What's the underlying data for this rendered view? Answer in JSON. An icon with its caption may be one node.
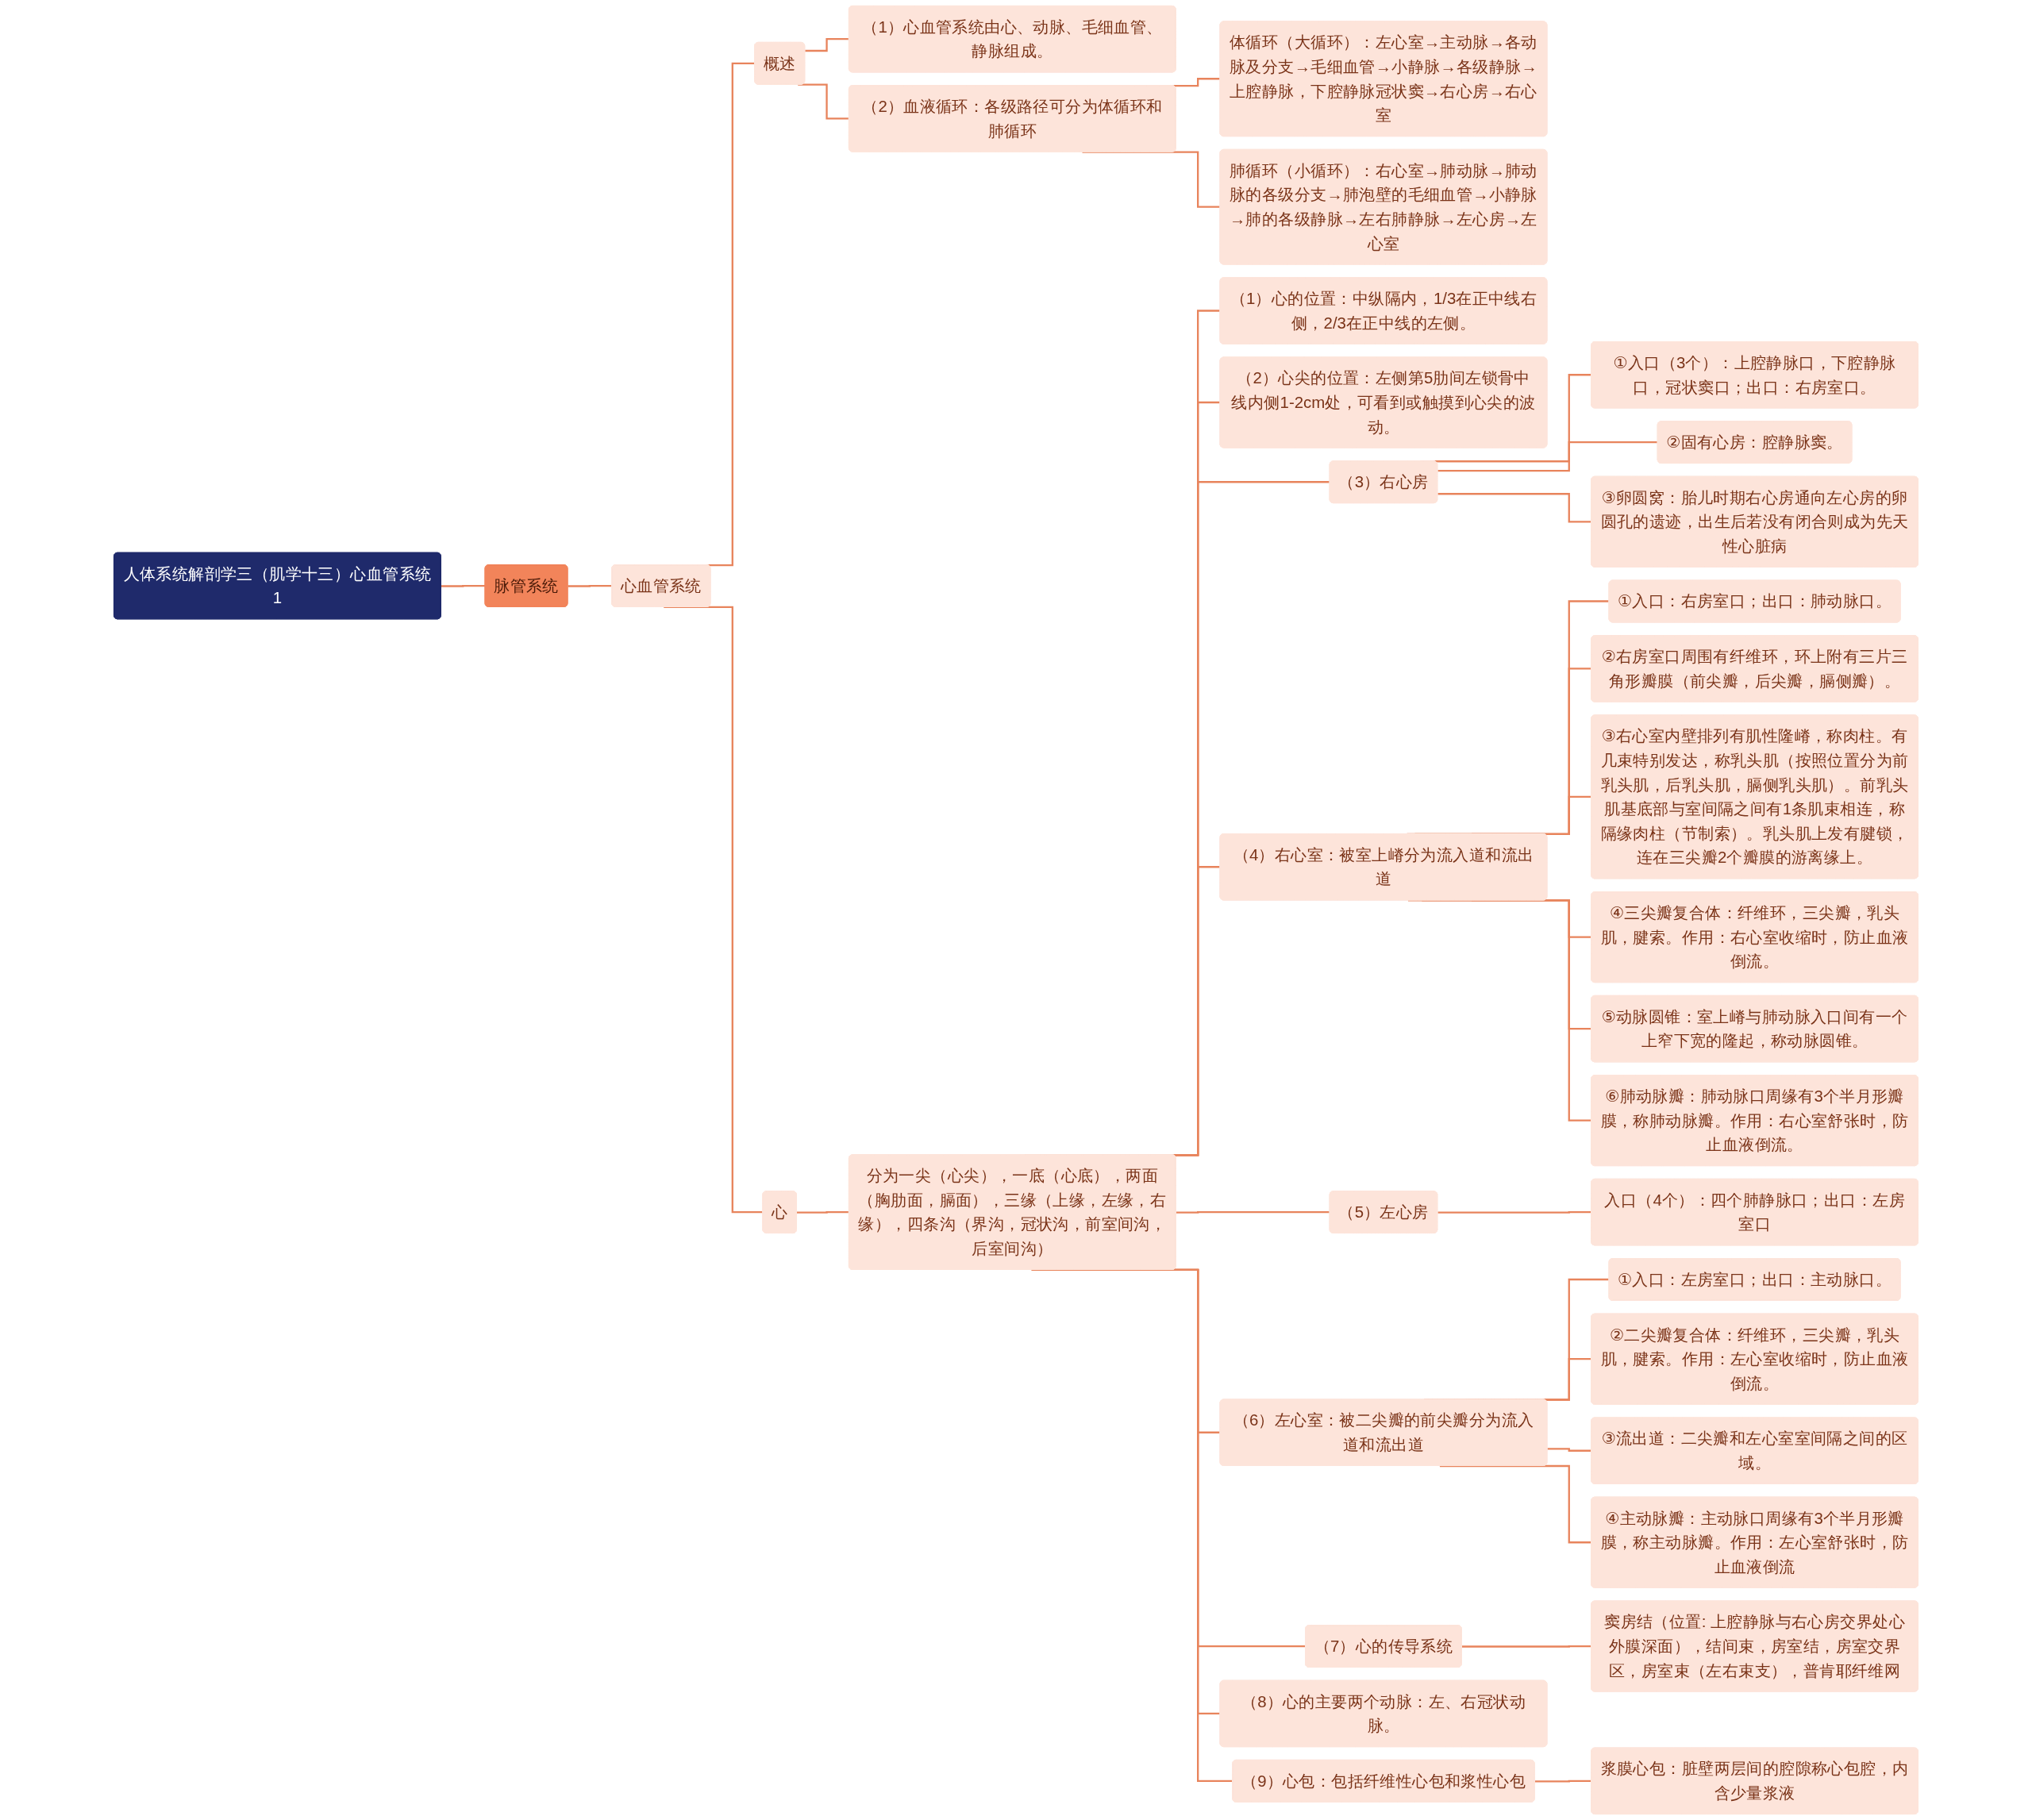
{
  "diagram": {
    "nodes": [
      {
        "text": [
          "人体系统解剖学三（肌学十三）心血管系统1"
        ]
      },
      {
        "text": [
          "脉管系统"
        ]
      },
      {
        "text": [
          "心血管系统"
        ]
      },
      {
        "text": [
          "概述"
        ]
      },
      {
        "text": [
          "（1）心血管系统由心、动脉、毛细血管、静脉组成。"
        ]
      },
      {
        "text": [
          "（2）血液循环：各级路径可分为体循环和肺循环"
        ]
      },
      {
        "text": [
          "体循环（大循环）：左心室→主动脉→各动脉及分支→毛细血管→小静脉→各级静脉→上腔静脉，下腔静脉冠状窦→右心房→右心室"
        ]
      },
      {
        "text": [
          "肺循环（小循环）：右心室→肺动脉→肺动脉的各级分支→肺泡壁的毛细血管→小静脉→肺的各级静脉→左右肺静脉→左心房→左心室"
        ]
      },
      {
        "text": [
          "心"
        ]
      },
      {
        "text": [
          "分为一尖（心尖），一底（心底），两面（胸肋面，膈面），三缘（上缘，左缘，右缘），四条沟（界沟，冠状沟，前室间沟，后室间沟）"
        ]
      },
      {
        "text": [
          "（1）心的位置：中纵隔内，1/3在正中线右侧，2/3在正中线的左侧。"
        ]
      },
      {
        "text": [
          "（2）心尖的位置：左侧第5肋间左锁骨中线内侧1-2cm处，可看到或触摸到心尖的波动。"
        ]
      },
      {
        "text": [
          "（3）右心房"
        ]
      },
      {
        "text": [
          "①入口（3个）：上腔静脉口，下腔静脉口，冠状窦口；出口：右房室口。"
        ]
      },
      {
        "text": [
          "②固有心房：腔静脉窦。"
        ]
      },
      {
        "text": [
          "③卵圆窝：胎儿时期右心房通向左心房的卵圆孔的遗迹，出生后若没有闭合则成为先天性心脏病"
        ]
      },
      {
        "text": [
          "（4）右心室：被室上嵴分为流入道和流出道"
        ]
      },
      {
        "text": [
          "①入口：右房室口；出口：肺动脉口。"
        ]
      },
      {
        "text": [
          "②右房室口周围有纤维环，环上附有三片三角形瓣膜（前尖瓣，后尖瓣，膈侧瓣）。"
        ]
      },
      {
        "text": [
          "③右心室内壁排列有肌性隆嵴，称肉柱。有几束特别发达，称乳头肌（按照位置分为前乳头肌，后乳头肌，膈侧乳头肌）。前乳头肌基底部与室间隔之间有1条肌束相连，称隔缘肉柱（节制索）。乳头肌上发有腱锁，连在三尖瓣2个瓣膜的游离缘上。"
        ]
      },
      {
        "text": [
          "④三尖瓣复合体：纤维环，三尖瓣，乳头肌，腱索。作用：右心室收缩时，防止血液倒流。"
        ]
      },
      {
        "text": [
          "⑤动脉圆锥：室上嵴与肺动脉入口间有一个上窄下宽的隆起，称动脉圆锥。"
        ]
      },
      {
        "text": [
          "⑥肺动脉瓣：肺动脉口周缘有3个半月形瓣膜，称肺动脉瓣。作用：右心室舒张时，防止血液倒流。"
        ]
      },
      {
        "text": [
          "（5）左心房"
        ]
      },
      {
        "text": [
          "入口（4个）：四个肺静脉口；出口：左房室口"
        ]
      },
      {
        "text": [
          "（6）左心室：被二尖瓣的前尖瓣分为流入道和流出道"
        ]
      },
      {
        "text": [
          "①入口：左房室口；出口：主动脉口。"
        ]
      },
      {
        "text": [
          "②二尖瓣复合体：纤维环，三尖瓣，乳头肌，腱索。作用：左心室收缩时，防止血液倒流。"
        ]
      },
      {
        "text": [
          "③流出道：二尖瓣和左心室室间隔之间的区域。"
        ]
      },
      {
        "text": [
          "④主动脉瓣：主动脉口周缘有3个半月形瓣膜，称主动脉瓣。作用：左心室舒张时，防止血液倒流"
        ]
      },
      {
        "text": [
          "（7）心的传导系统"
        ]
      },
      {
        "text": [
          "窦房结（位置: 上腔静脉与右心房交界处心外膜深面），结间束，房室结，房室交界区，房室束（左右束支），普肯耶纤维网"
        ]
      },
      {
        "text": [
          "（8）心的主要两个动脉：左、右冠状动脉。"
        ]
      },
      {
        "text": [
          "（9）心包：包括纤维性心包和浆性心包"
        ]
      },
      {
        "text": [
          "浆膜心包：脏壁两层间的腔隙称心包腔，内含少量浆液"
        ]
      }
    ],
    "edges": [
      {
        "from": 0,
        "to": 1,
        "arrow": "none"
      },
      {
        "from": 1,
        "to": 2,
        "arrow": "none"
      },
      {
        "from": 2,
        "to": 3,
        "arrow": "none"
      },
      {
        "from": 2,
        "to": 8,
        "arrow": "none"
      },
      {
        "from": 3,
        "to": 4,
        "arrow": "none"
      },
      {
        "from": 3,
        "to": 5,
        "arrow": "none"
      },
      {
        "from": 5,
        "to": 6,
        "arrow": "none"
      },
      {
        "from": 5,
        "to": 7,
        "arrow": "none"
      },
      {
        "from": 8,
        "to": 9,
        "arrow": "none"
      },
      {
        "from": 9,
        "to": 10,
        "arrow": "none"
      },
      {
        "from": 9,
        "to": 11,
        "arrow": "none"
      },
      {
        "from": 9,
        "to": 12,
        "arrow": "none"
      },
      {
        "from": 12,
        "to": 13,
        "arrow": "none"
      },
      {
        "from": 12,
        "to": 14,
        "arrow": "none"
      },
      {
        "from": 12,
        "to": 15,
        "arrow": "none"
      },
      {
        "from": 9,
        "to": 16,
        "arrow": "none"
      },
      {
        "from": 16,
        "to": 17,
        "arrow": "none"
      },
      {
        "from": 16,
        "to": 18,
        "arrow": "none"
      },
      {
        "from": 16,
        "to": 19,
        "arrow": "none"
      },
      {
        "from": 16,
        "to": 20,
        "arrow": "none"
      },
      {
        "from": 16,
        "to": 21,
        "arrow": "none"
      },
      {
        "from": 16,
        "to": 22,
        "arrow": "none"
      },
      {
        "from": 9,
        "to": 23,
        "arrow": "none"
      },
      {
        "from": 23,
        "to": 24,
        "arrow": "none"
      },
      {
        "from": 9,
        "to": 25,
        "arrow": "none"
      },
      {
        "from": 25,
        "to": 26,
        "arrow": "none"
      },
      {
        "from": 25,
        "to": 27,
        "arrow": "none"
      },
      {
        "from": 25,
        "to": 28,
        "arrow": "none"
      },
      {
        "from": 25,
        "to": 29,
        "arrow": "none"
      },
      {
        "from": 9,
        "to": 30,
        "arrow": "none"
      },
      {
        "from": 30,
        "to": 31,
        "arrow": "none"
      },
      {
        "from": 9,
        "to": 32,
        "arrow": "none"
      },
      {
        "from": 9,
        "to": 33,
        "arrow": "none"
      },
      {
        "from": 33,
        "to": 34,
        "arrow": "none"
      }
    ]
  }
}
